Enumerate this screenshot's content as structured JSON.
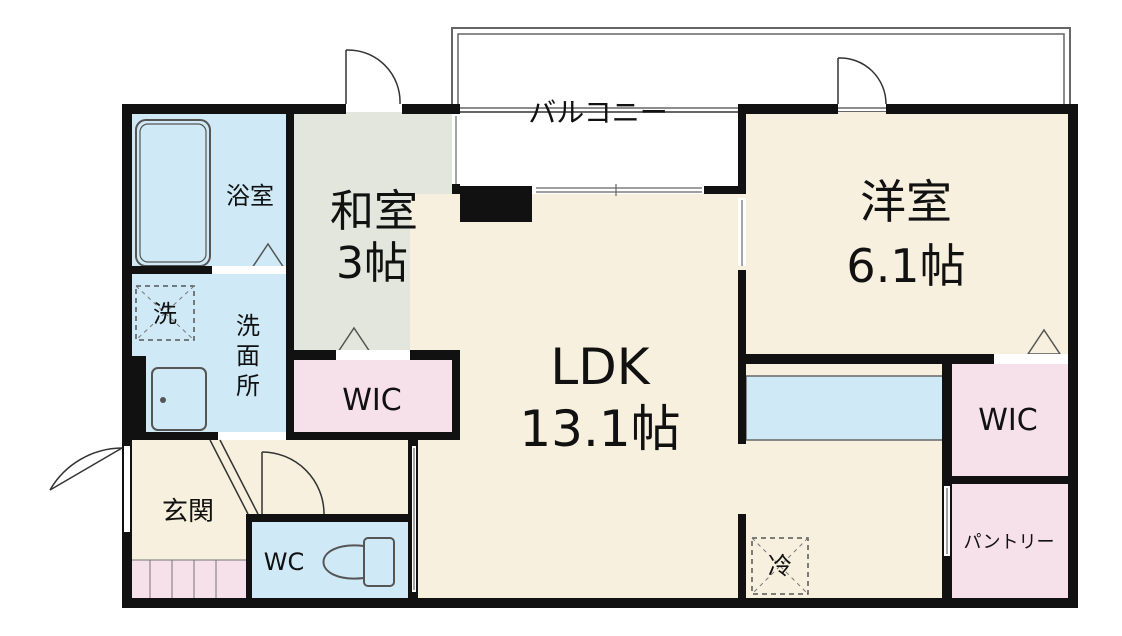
{
  "colors": {
    "wall": "#111111",
    "bath": "#cfe9f6",
    "washroom": "#cfe9f6",
    "washitsu": "#e3e6dc",
    "ldk": "#f7f0de",
    "yoshitsu": "#f7f0de",
    "wic": "#f6e0ea",
    "pantry": "#f6e0ea",
    "genkan": "#f7f0de",
    "kitchen": "#cfe9f6",
    "balcony_line": "#666666"
  },
  "rooms": {
    "balcony": "バルコニー",
    "bath": "浴室",
    "washitsu_name": "和室",
    "washitsu_size": "3帖",
    "yoshitsu_name": "洋室",
    "yoshitsu_size": "6.1帖",
    "ldk_name": "LDK",
    "ldk_size": "13.1帖",
    "wic_left": "WIC",
    "wic_right": "WIC",
    "washroom": [
      "洗",
      "面",
      "所"
    ],
    "washer": "洗",
    "genkan": "玄関",
    "wc": "WC",
    "fridge": "冷",
    "pantry": "パントリー"
  }
}
